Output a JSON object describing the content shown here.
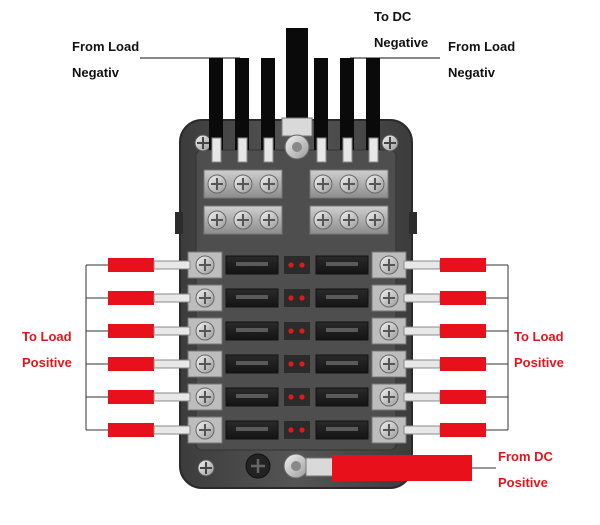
{
  "labels": {
    "from_load_negative_left": {
      "line1": "From Load",
      "line2": "Negativ"
    },
    "to_dc_negative": {
      "line1": "To DC",
      "line2": "Negative"
    },
    "from_load_negative_right": {
      "line1": "From Load",
      "line2": "Negativ"
    },
    "to_load_positive_left": {
      "line1": "To Load",
      "line2": "Positive"
    },
    "to_load_positive_right": {
      "line1": "To Load",
      "line2": "Positive"
    },
    "from_dc_positive": {
      "line1": "From DC",
      "line2": "Positive"
    }
  },
  "colors": {
    "positive_wire": "#e8101a",
    "negative_wire": "#0a0a0a",
    "housing": "#4a4a4a",
    "fuse_led": "#e01a1a"
  },
  "fuse_slots_per_side": 6,
  "negative_wires_per_side": 3
}
